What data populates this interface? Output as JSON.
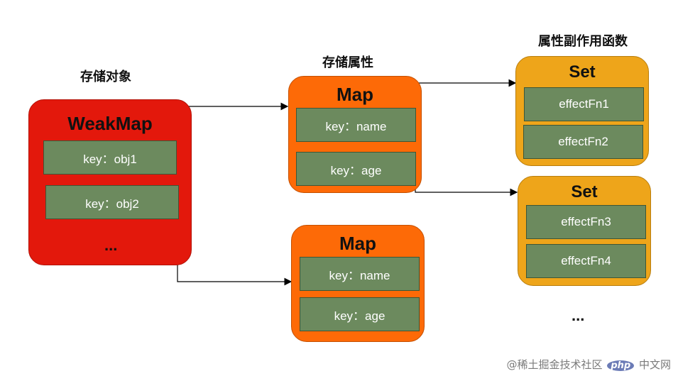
{
  "labels": {
    "storage_object": "存储对象",
    "storage_property": "存储属性",
    "property_effects": "属性副作用函数"
  },
  "weakmap": {
    "title": "WeakMap",
    "items": [
      "key：obj1",
      "key：obj2"
    ],
    "more": "..."
  },
  "maps": [
    {
      "title": "Map",
      "items": [
        "key：name",
        "key：age"
      ]
    },
    {
      "title": "Map",
      "items": [
        "key：name",
        "key：age"
      ]
    }
  ],
  "sets": [
    {
      "title": "Set",
      "items": [
        "effectFn1",
        "effectFn2"
      ]
    },
    {
      "title": "Set",
      "items": [
        "effectFn3",
        "effectFn4"
      ]
    }
  ],
  "sets_more": "...",
  "watermark": {
    "prefix": "@稀土掘金技术社区",
    "badge": "php",
    "suffix": "中文网"
  },
  "colors": {
    "weakmap_fill": "#e3180c",
    "map_fill": "#fd6a07",
    "set_fill": "#eea51a",
    "item_fill": "#6c8a5e"
  }
}
